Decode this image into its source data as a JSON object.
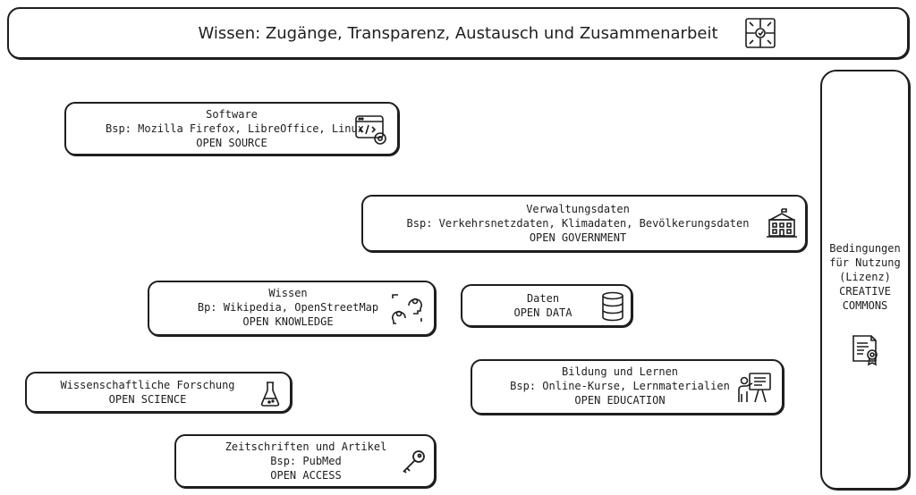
{
  "header": {
    "title": "Wissen: Zugänge, Transparenz, Austausch und Zusammenarbeit"
  },
  "boxes": {
    "software": {
      "line1": "Software",
      "line2": "Bsp: Mozilla Firefox, LibreOffice, Linux",
      "line3": "OPEN SOURCE"
    },
    "verwaltung": {
      "line1": "Verwaltungsdaten",
      "line2": "Bsp: Verkehrsnetzdaten, Klimadaten, Bevölkerungsdaten",
      "line3": "OPEN GOVERNMENT"
    },
    "wissen": {
      "line1": "Wissen",
      "line2": "Bp: Wikipedia, OpenStreetMap",
      "line3": "OPEN KNOWLEDGE"
    },
    "daten": {
      "line1": "Daten",
      "line2": "OPEN DATA"
    },
    "forschung": {
      "line1": "Wissenschaftliche Forschung",
      "line2": "OPEN SCIENCE"
    },
    "bildung": {
      "line1": "Bildung und Lernen",
      "line2": "Bsp: Online-Kurse, Lernmaterialien",
      "line3": "OPEN EDUCATION"
    },
    "zeitschriften": {
      "line1": "Zeitschriften und Artikel",
      "line2": "Bsp: PubMed",
      "line3": "OPEN ACCESS"
    }
  },
  "lizenz": {
    "line1": "Bedingungen",
    "line2": "für Nutzung",
    "line3": "(Lizenz)",
    "line4": "CREATIVE",
    "line5": "COMMONS"
  },
  "icons": {
    "header": "puzzle-collaboration-icon",
    "software": "code-settings-icon",
    "verwaltung": "government-building-icon",
    "wissen": "knowledge-heads-icon",
    "daten": "database-icon",
    "forschung": "flask-icon",
    "bildung": "teacher-board-icon",
    "zeitschriften": "key-icon",
    "lizenz": "certificate-icon"
  }
}
